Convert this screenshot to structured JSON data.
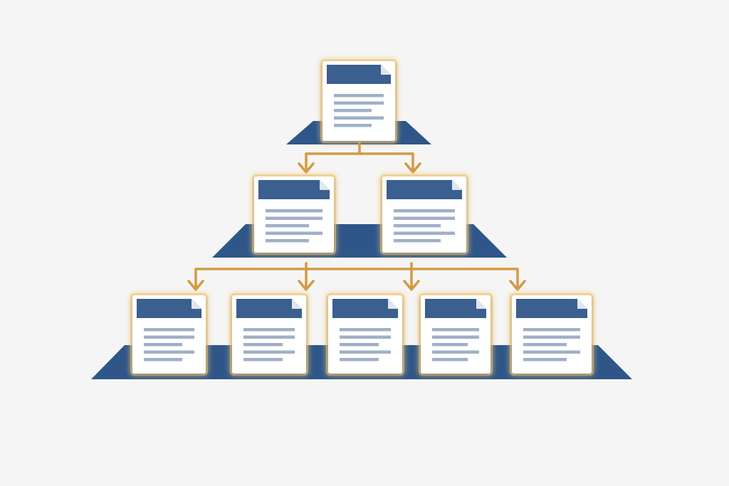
{
  "diagram": {
    "type": "document-hierarchy",
    "levels": [
      {
        "level": 1,
        "document_count": 1
      },
      {
        "level": 2,
        "document_count": 2
      },
      {
        "level": 3,
        "document_count": 5
      }
    ],
    "connections": [
      {
        "from": "doc-1",
        "to": [
          "doc-2a",
          "doc-2b"
        ]
      },
      {
        "from": "level-2",
        "to": [
          "doc-3a",
          "doc-3b",
          "doc-3c",
          "doc-3d",
          "doc-3e"
        ]
      }
    ],
    "icon": "document-icon",
    "colors": {
      "background": "#f5f5f5",
      "platform": "#2f5688",
      "document_header": "#3b5f8e",
      "document_body": "#ffffff",
      "text_lines": "#9fb0c8",
      "arrows": "#d39a42",
      "glow": "#f2c97a"
    }
  }
}
